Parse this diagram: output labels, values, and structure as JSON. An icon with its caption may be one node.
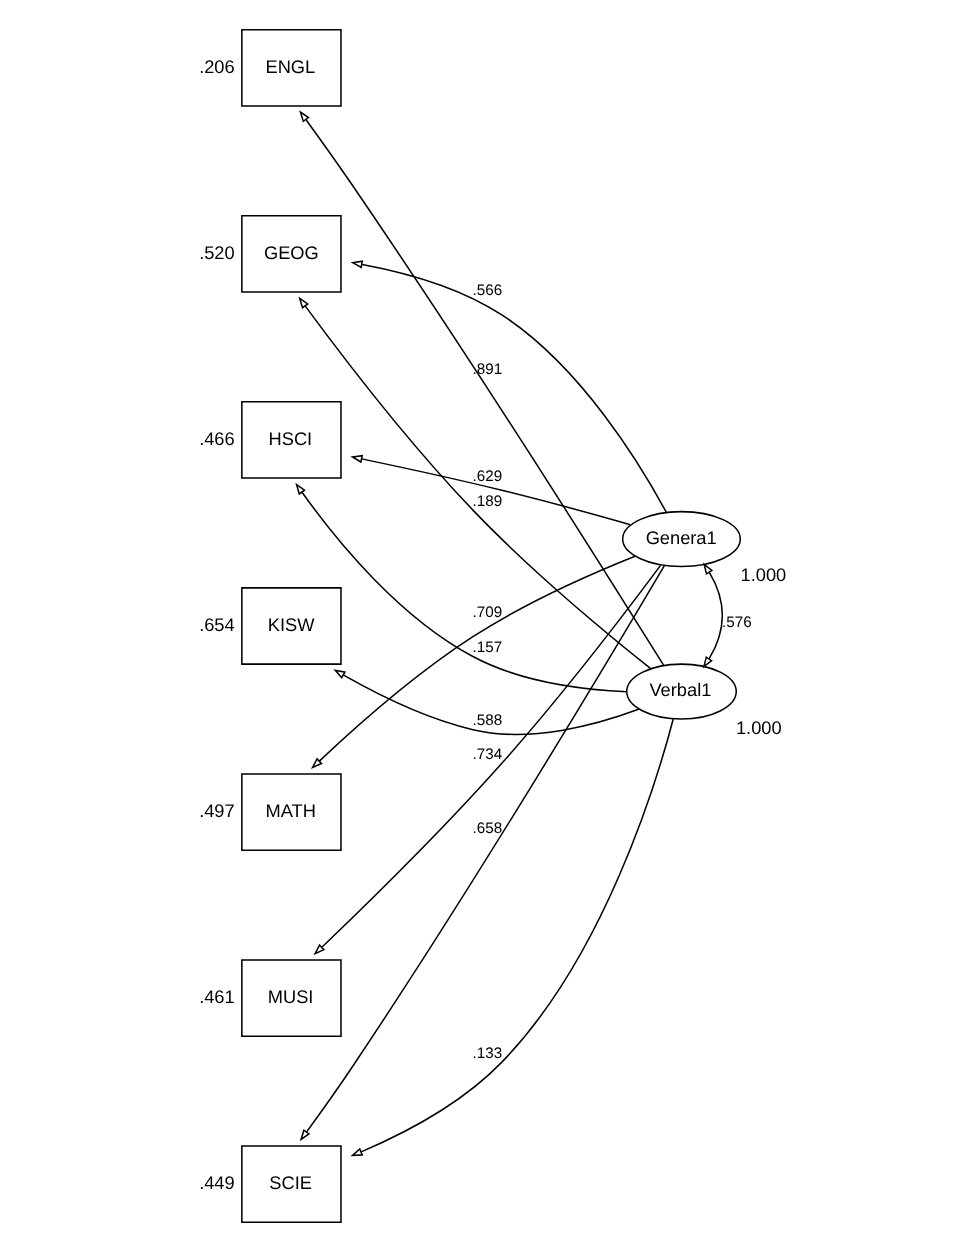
{
  "diagram": {
    "nodes": [
      {
        "text": [
          "ENGL"
        ],
        "beside": [
          ".206"
        ]
      },
      {
        "text": [
          "GEOG"
        ],
        "beside": [
          ".520"
        ]
      },
      {
        "text": [
          "HSCI"
        ],
        "beside": [
          ".466"
        ]
      },
      {
        "text": [
          "KISW"
        ],
        "beside": [
          ".654"
        ]
      },
      {
        "text": [
          "MATH"
        ],
        "beside": [
          ".497"
        ]
      },
      {
        "text": [
          "MUSI"
        ],
        "beside": [
          ".461"
        ]
      },
      {
        "text": [
          "SCIE"
        ],
        "beside": [
          ".449"
        ]
      },
      {
        "text": [
          "Genera1"
        ],
        "beside": [
          "1.000"
        ]
      },
      {
        "text": [
          "Verbal1"
        ],
        "beside": [
          "1.000"
        ]
      }
    ],
    "edges": [
      {
        "from": 8,
        "to": 0,
        "arrow": "to",
        "label": ".891"
      },
      {
        "from": 7,
        "to": 1,
        "arrow": "to",
        "label": ".566"
      },
      {
        "from": 8,
        "to": 1,
        "arrow": "to",
        "label": ".189"
      },
      {
        "from": 7,
        "to": 2,
        "arrow": "to",
        "label": ".629"
      },
      {
        "from": 8,
        "to": 2,
        "arrow": "to",
        "label": ".157"
      },
      {
        "from": 8,
        "to": 3,
        "arrow": "to",
        "label": ".588"
      },
      {
        "from": 7,
        "to": 4,
        "arrow": "to",
        "label": ".709"
      },
      {
        "from": 7,
        "to": 5,
        "arrow": "to",
        "label": ".734"
      },
      {
        "from": 7,
        "to": 6,
        "arrow": "to",
        "label": ".658"
      },
      {
        "from": 8,
        "to": 6,
        "arrow": "to",
        "label": ".133"
      },
      {
        "from": 7,
        "to": 8,
        "arrow": "both",
        "label": ".576"
      }
    ]
  }
}
